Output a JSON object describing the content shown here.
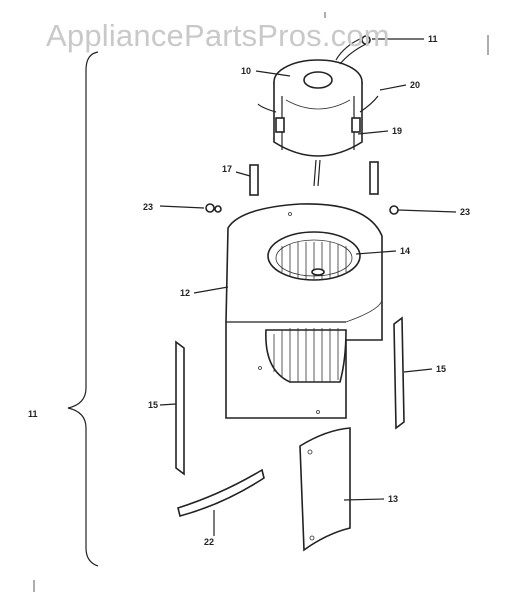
{
  "watermark": "AppliancePartsPros.com",
  "labels": {
    "brace": "11",
    "motor": "10",
    "lead_top": "11",
    "lead_right": "20",
    "bracket": "19",
    "mount_left": "17",
    "screw_left": "23",
    "screw_right": "23",
    "wheel": "14",
    "housing": "12",
    "strip_right": "15",
    "strip_left": "15",
    "panel": "13",
    "cutoff": "22"
  }
}
